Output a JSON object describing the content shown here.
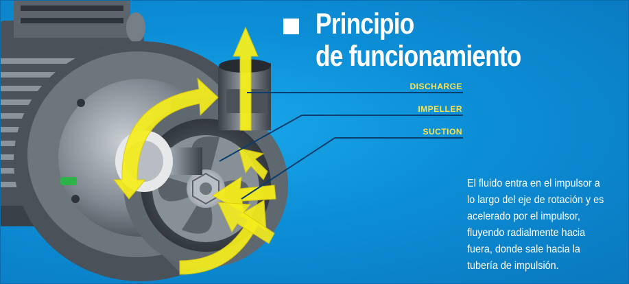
{
  "title": {
    "line1": "Principio",
    "line2": "de funcionamiento"
  },
  "labels": {
    "discharge": "DISCHARGE",
    "impeller": "IMPELLER",
    "suction": "SUCTION"
  },
  "description": "El fluido entra en el impulsor a lo largo del eje de rotación y es acelerado por el impulsor, fluyendo radialmente hacia fuera, donde sale hacia la tubería de impulsión.",
  "colors": {
    "background": "#0c8ed6",
    "title": "#ffffff",
    "label": "#ffe34d",
    "arrow": "#f5ee1c",
    "leader_line": "#0a3e6e"
  }
}
